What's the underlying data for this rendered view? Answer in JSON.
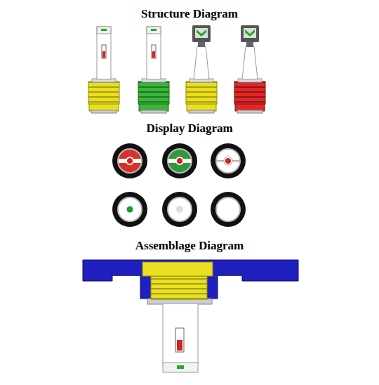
{
  "diagram": {
    "labels": [
      "Structure Diagram",
      "Display Diagram",
      "Assemblage Diagram"
    ]
  }
}
